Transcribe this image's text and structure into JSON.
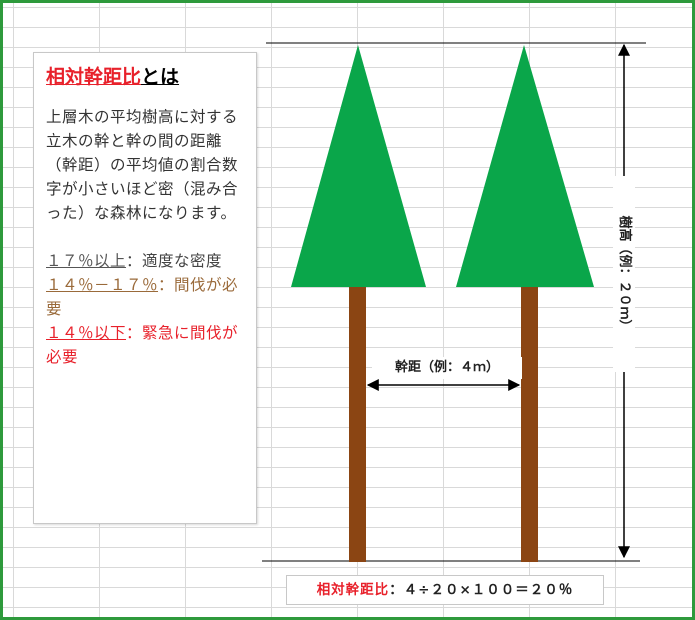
{
  "panel": {
    "title_term": "相対幹距比",
    "title_suffix": "とは",
    "description": "上層木の平均樹高に対する立木の幹と幹の間の距離（幹距）の平均値の割合数字が小さいほど密（混み合った）な森林になります。",
    "levels": [
      {
        "range": "１７％以上",
        "text": "：適度な密度",
        "color": "#555555"
      },
      {
        "range": "１４％－１７％",
        "text": "：間伐が必要",
        "color": "#9a6a3a"
      },
      {
        "range": "１４％以下",
        "text": "：緊急に間伐が必要",
        "color": "#e8212b"
      }
    ]
  },
  "diagram": {
    "spacing_label": "幹距（例：４ｍ）",
    "height_label": "樹高（例：２０ｍ）",
    "formula_term": "相対幹距比",
    "formula_expr": "：４÷２０×１００＝２０％"
  },
  "colors": {
    "border": "#2e9a3c",
    "foliage": "#0aa64a",
    "trunk": "#8b4513",
    "accent": "#e8212b"
  }
}
